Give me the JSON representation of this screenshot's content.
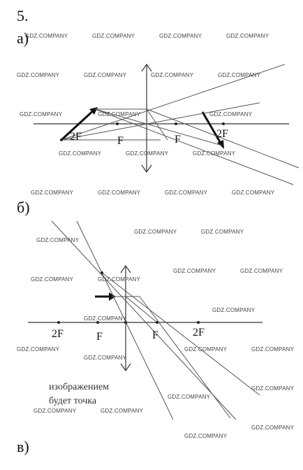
{
  "problem_number": "5.",
  "parts": {
    "a": "а)",
    "b": "б)",
    "v": "в)"
  },
  "diagram_a": {
    "focus_labels": [
      "2F",
      "F",
      "F",
      "2F"
    ]
  },
  "diagram_b": {
    "focus_labels": [
      "2F",
      "F",
      "F",
      "2F"
    ],
    "caption_line1": "изображением",
    "caption_line2": "будет точка"
  },
  "watermark": "GDZ.COMPANY"
}
